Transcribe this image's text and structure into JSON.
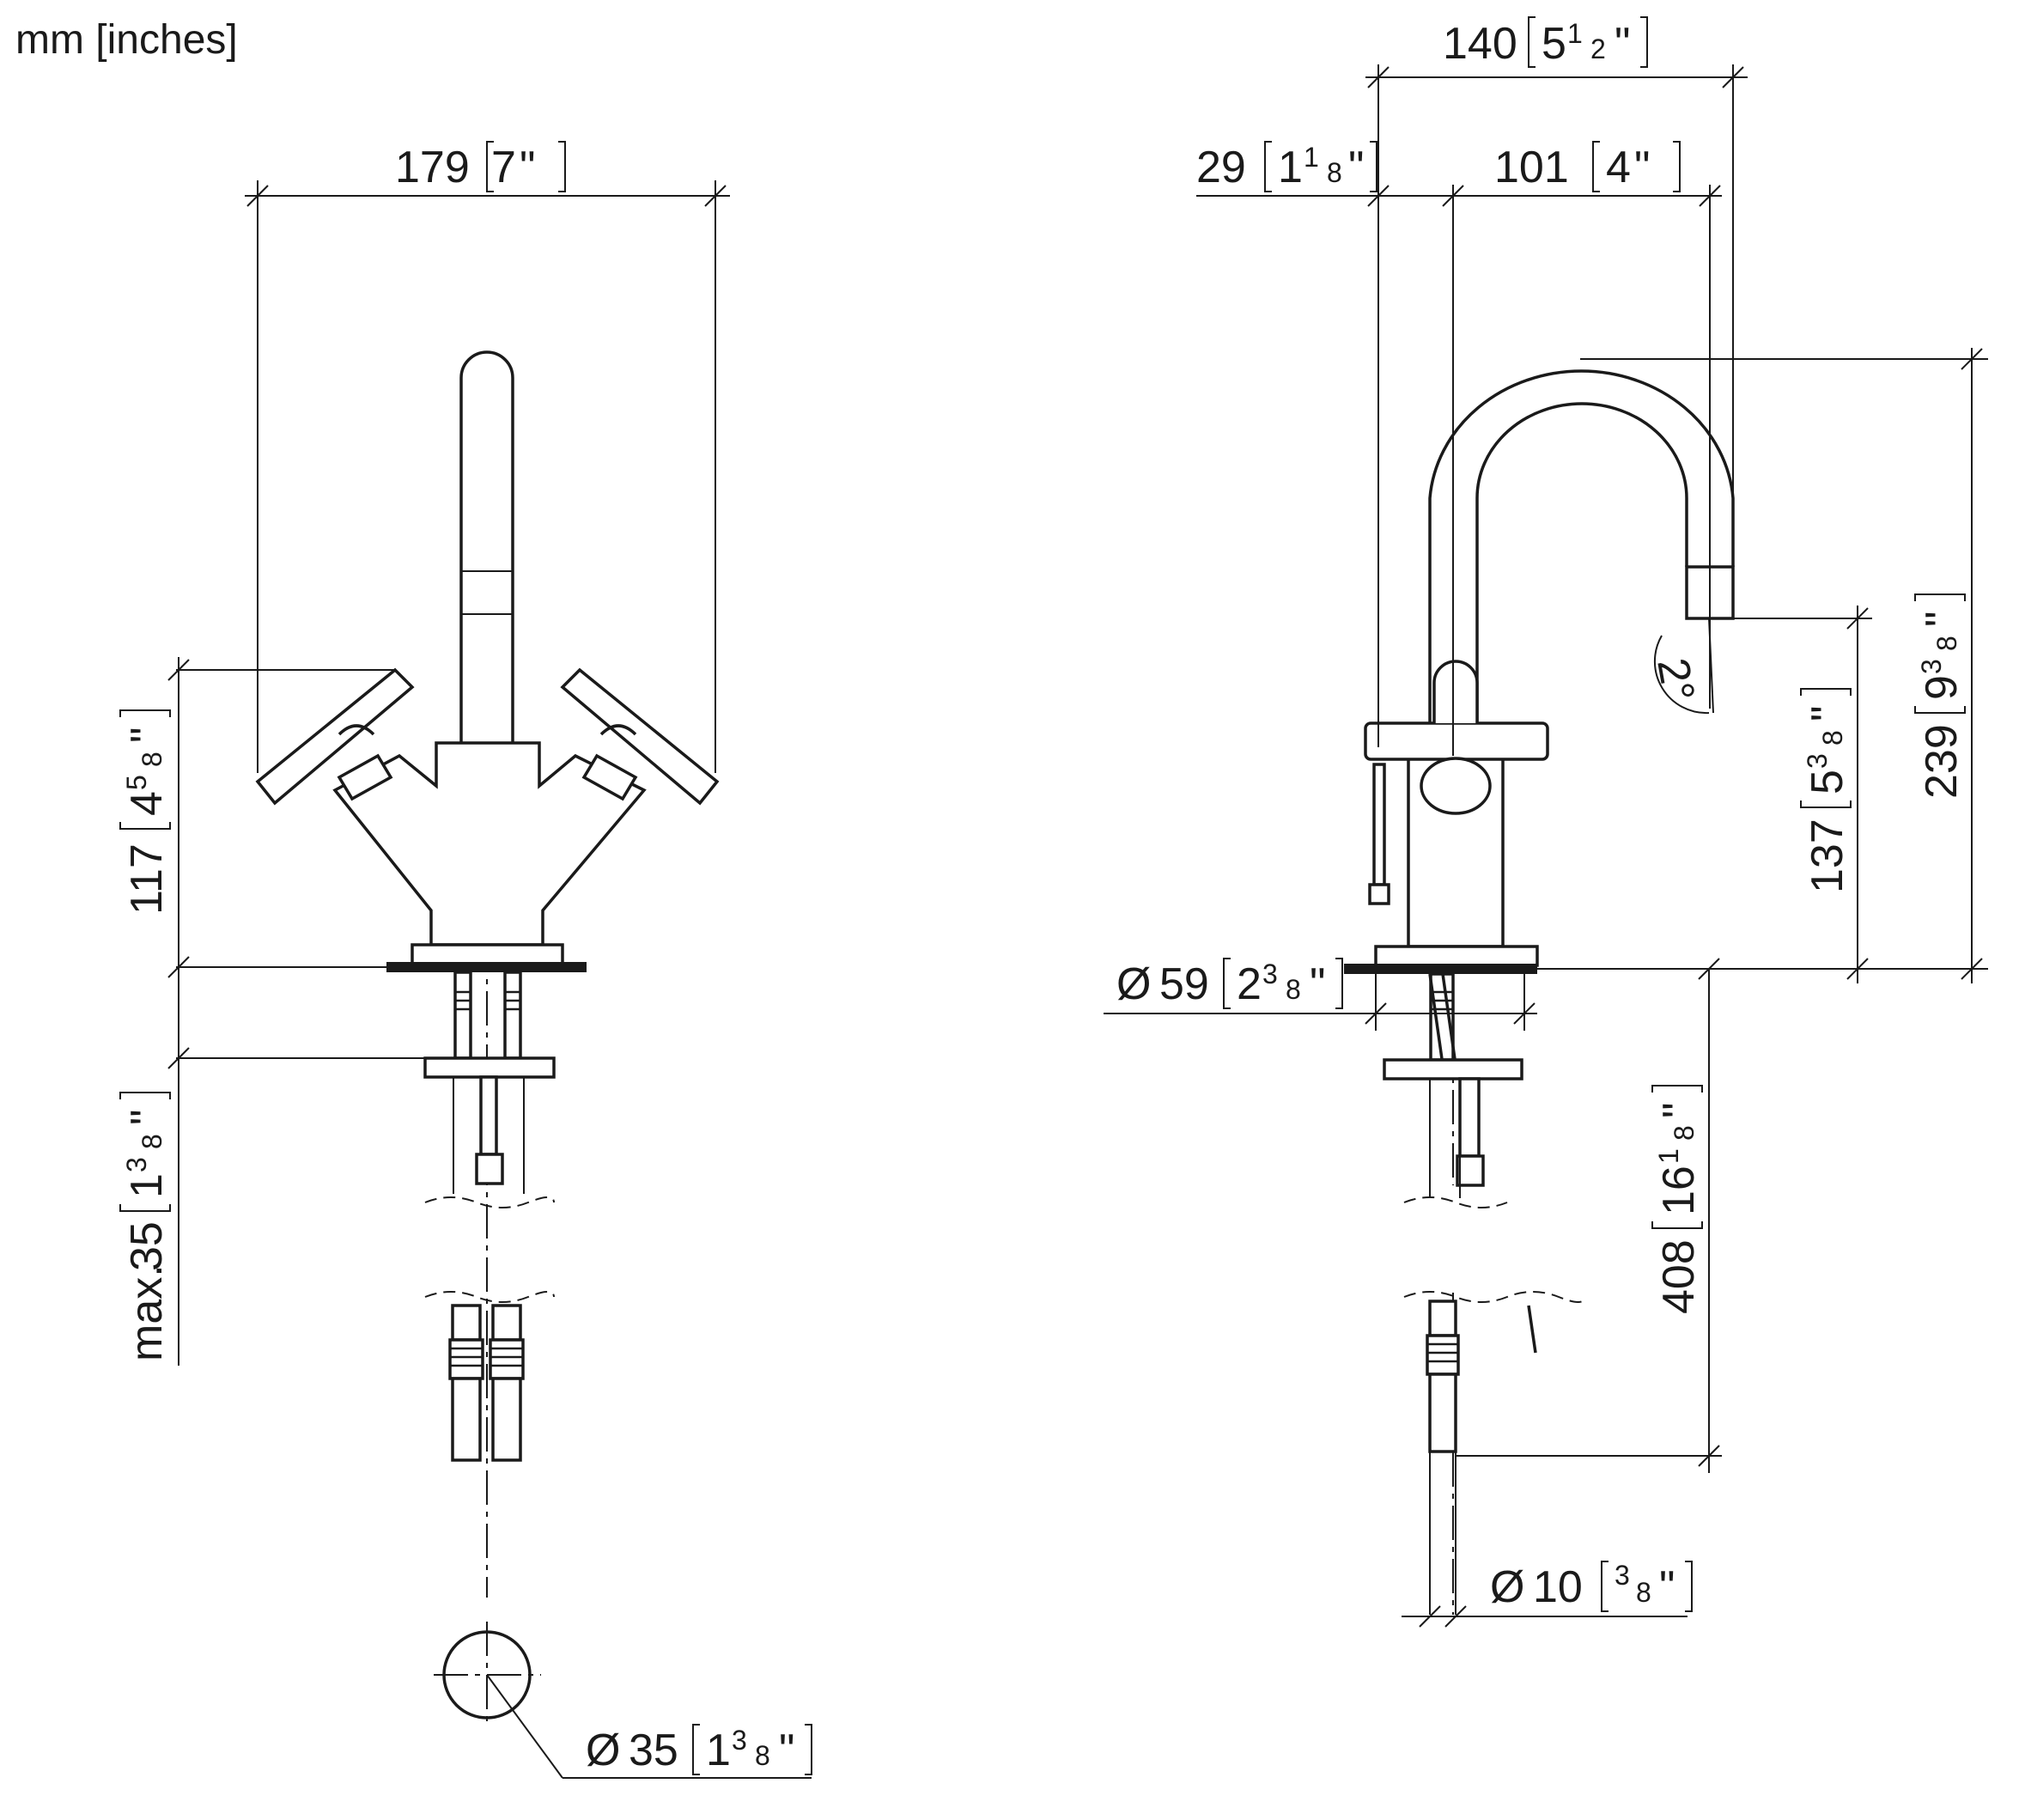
{
  "units_label": "mm [inches]",
  "front_view": {
    "width": {
      "mm": "179",
      "whole": "7",
      "num": "",
      "den": "",
      "quote": "\""
    },
    "handle_height": {
      "mm": "117",
      "whole": "4",
      "num": "5",
      "den": "8",
      "quote": "\""
    },
    "max_thickness": {
      "prefix": "max.",
      "mm": "35",
      "whole": "1",
      "num": "3",
      "den": "8",
      "quote": "\""
    },
    "hole_diameter": {
      "symbol": "Ø",
      "mm": "35",
      "whole": "1",
      "num": "3",
      "den": "8",
      "quote": "\""
    }
  },
  "side_view": {
    "projection": {
      "mm": "140",
      "whole": "5",
      "num": "1",
      "den": "2",
      "quote": "\""
    },
    "handle_offset": {
      "mm": "29",
      "whole": "1",
      "num": "1",
      "den": "8",
      "quote": "\""
    },
    "reach": {
      "mm": "101",
      "whole": "4",
      "num": "",
      "den": "",
      "quote": "\""
    },
    "spout_height": {
      "mm": "137",
      "whole": "5",
      "num": "3",
      "den": "8",
      "quote": "\""
    },
    "total_height": {
      "mm": "239",
      "whole": "9",
      "num": "3",
      "den": "8",
      "quote": "\""
    },
    "base_diameter": {
      "symbol": "Ø",
      "mm": "59",
      "whole": "2",
      "num": "3",
      "den": "8",
      "quote": "\""
    },
    "hose_length": {
      "mm": "408",
      "whole": "16",
      "num": "1",
      "den": "8",
      "quote": "\""
    },
    "hose_diameter": {
      "symbol": "Ø",
      "mm": "10",
      "whole": "",
      "num": "3",
      "den": "8",
      "quote": "\""
    },
    "angle": {
      "value": "2°"
    }
  }
}
